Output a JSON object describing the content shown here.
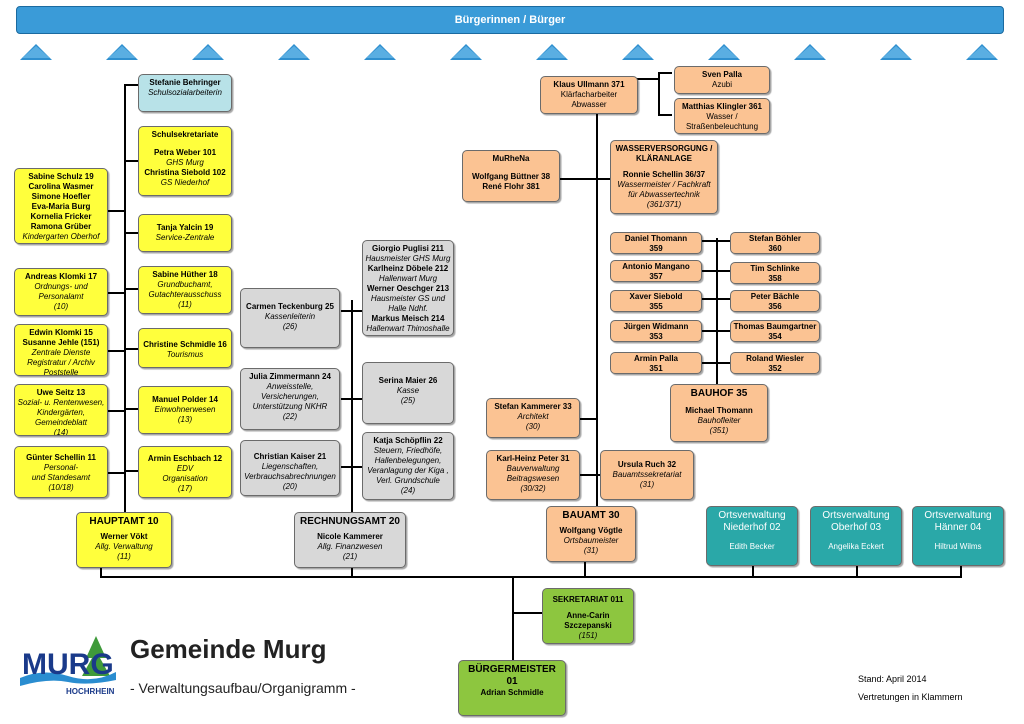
{
  "banner": "Bürgerinnen / Bürger",
  "title": "Gemeinde Murg",
  "subtitle": "- Verwaltungsaufbau/Organigramm -",
  "stand": "Stand: April 2014",
  "vertretungen": "Vertretungen in Klammern",
  "logo": {
    "text1": "MURG",
    "text2": "HOCHRHEIN"
  },
  "hauptamt": {
    "head": "HAUPTAMT 10",
    "name": "Werner Vökt",
    "role": "Allg. Verwaltung",
    "rep": "(11)",
    "behringer": {
      "name": "Stefanie Behringer",
      "role": "Schulsozialarbeiterin"
    },
    "schulsek": {
      "head": "Schulsekretariate",
      "n1": "Petra Weber 101",
      "r1": "GHS Murg",
      "n2": "Christina Siebold 102",
      "r2": "GS Niederhof"
    },
    "yalcin": {
      "name": "Tanja Yalcin 19",
      "role": "Service-Zentrale"
    },
    "huether": {
      "name": "Sabine Hüther 18",
      "role1": "Grundbuchamt,",
      "role2": "Gutachterausschuss",
      "rep": "(11)"
    },
    "schmidle": {
      "name": "Christine Schmidle 16",
      "role": "Tourismus"
    },
    "polder": {
      "name": "Manuel Polder 14",
      "role": "Einwohnerwesen",
      "rep": "(13)"
    },
    "eschbach": {
      "name": "Armin Eschbach 12",
      "role1": "EDV",
      "role2": "Organisation",
      "rep": "(17)"
    },
    "kiga": {
      "l1": "Sabine Schulz 19",
      "l2": "Carolina Wasmer",
      "l3": "Simone Hoefler",
      "l4": "Eva-Maria Burg",
      "l5": "Kornelia Fricker",
      "l6": "Ramona Grüber",
      "role": "Kindergarten Oberhof"
    },
    "aklomki": {
      "name": "Andreas Klomki 17",
      "role1": "Ordnungs- und",
      "role2": "Personalamt",
      "rep": "(10)"
    },
    "eklomki": {
      "n1": "Edwin Klomki 15",
      "n2": "Susanne Jehle (151)",
      "role1": "Zentrale Dienste",
      "role2": "Registratur / Archiv",
      "role3": "Poststelle"
    },
    "seitz": {
      "name": "Uwe Seitz 13",
      "role1": "Sozial- u. Rentenwesen,",
      "role2": "Kindergärten,",
      "role3": "Gemeindeblatt",
      "rep": "(14)"
    },
    "schellin": {
      "name": "Günter Schellin 11",
      "role1": "Personal-",
      "role2": "und Standesamt",
      "rep": "(10/18)"
    }
  },
  "rechnungsamt": {
    "head": "RECHNUNGSAMT 20",
    "name": "Nicole Kammerer",
    "role": "Allg. Finanzwesen",
    "rep": "(21)",
    "teckenburg": {
      "name": "Carmen Teckenburg 25",
      "role": "Kassenleiterin",
      "rep": "(26)"
    },
    "zimmermann": {
      "name": "Julia Zimmermann 24",
      "role1": "Anweisstelle,",
      "role2": "Versicherungen,",
      "role3": "Unterstützung NKHR",
      "rep": "(22)"
    },
    "kaiser": {
      "name": "Christian Kaiser 21",
      "role1": "Liegenschaften,",
      "role2": "Verbrauchsabrechnungen",
      "rep": "(20)"
    },
    "puglisi": {
      "n1": "Giorgio Puglisi 211",
      "r1": "Hausmeister GHS Murg",
      "n2": "Karlheinz Döbele 212",
      "r2": "Hallenwart Murg",
      "n3": "Werner Oeschger 213",
      "r3a": "Hausmeister GS und",
      "r3b": "Halle Ndhf.",
      "n4": "Markus Meisch 214",
      "r4": "Hallenwart Thimoshalle"
    },
    "maier": {
      "name": "Serina Maier 26",
      "role": "Kasse",
      "rep": "(25)"
    },
    "schoepflin": {
      "name": "Katja Schöpflin 22",
      "role1": "Steuern, Friedhöfe,",
      "role2": "Hallenbelegungen,",
      "role3": "Veranlagung der Kiga ,",
      "role4": "Verl. Grundschule",
      "rep": "(24)"
    }
  },
  "bauamt": {
    "head": "BAUAMT 30",
    "name": "Wolfgang Vögtle",
    "role": "Ortsbaumeister",
    "rep": "(31)",
    "ullmann": {
      "name": "Klaus Ullmann 371",
      "role1": "Klärfacharbeiter",
      "role2": "Abwasser"
    },
    "palla": {
      "name": "Sven Palla",
      "role": "Azubi"
    },
    "klingler": {
      "name": "Matthias Klingler 361",
      "role1": "Wasser /",
      "role2": "Straßenbeleuchtung"
    },
    "murhena": {
      "head": "MuRheNa",
      "n1": "Wolfgang Büttner 38",
      "n2": "René Flohr 381"
    },
    "wasser": {
      "head1": "WASSERVERSORGUNG /",
      "head2": "KLÄRANLAGE",
      "name": "Ronnie Schellin 36/37",
      "role1": "Wassermeister / Fachkraft",
      "role2": "für Abwassertechnik",
      "rep": "(361/371)"
    },
    "thomann": {
      "name": "Daniel Thomann",
      "num": "359"
    },
    "boehler": {
      "name": "Stefan Böhler",
      "num": "360"
    },
    "mangano": {
      "name": "Antonio Mangano",
      "num": "357"
    },
    "schlinke": {
      "name": "Tim Schlinke",
      "num": "358"
    },
    "siebold": {
      "name": "Xaver Siebold",
      "num": "355"
    },
    "baechle": {
      "name": "Peter Bächle",
      "num": "356"
    },
    "widmann": {
      "name": "Jürgen Widmann",
      "num": "353"
    },
    "baumgartner": {
      "name": "Thomas Baumgartner",
      "num": "354"
    },
    "apalla": {
      "name": "Armin Palla",
      "num": "351"
    },
    "wiesler": {
      "name": "Roland Wiesler",
      "num": "352"
    },
    "bauhof": {
      "head": "BAUHOF 35",
      "name": "Michael Thomann",
      "role": "Bauhofleiter",
      "rep": "(351)"
    },
    "skammerer": {
      "name": "Stefan Kammerer 33",
      "role": "Architekt",
      "rep": "(30)"
    },
    "peter": {
      "name": "Karl-Heinz Peter 31",
      "role1": "Bauverwaltung",
      "role2": "Beitragswesen",
      "rep": "(30/32)"
    },
    "ruch": {
      "name": "Ursula Ruch 32",
      "role": "Bauamtssekretariat",
      "rep": "(31)"
    }
  },
  "ortsverwaltungen": [
    {
      "l1": "Ortsverwaltung",
      "l2": "Niederhof 02",
      "name": "Edith Becker"
    },
    {
      "l1": "Ortsverwaltung",
      "l2": "Oberhof 03",
      "name": "Angelika Eckert"
    },
    {
      "l1": "Ortsverwaltung",
      "l2": "Hänner 04",
      "name": "Hiltrud Wilms"
    }
  ],
  "sekretariat": {
    "head": "SEKRETARIAT 011",
    "n1": "Anne-Carin",
    "n2": "Szczepanski",
    "rep": "(151)"
  },
  "buergermeister": {
    "l1": "BÜRGERMEISTER",
    "l2": "01",
    "name": "Adrian Schmidle"
  }
}
